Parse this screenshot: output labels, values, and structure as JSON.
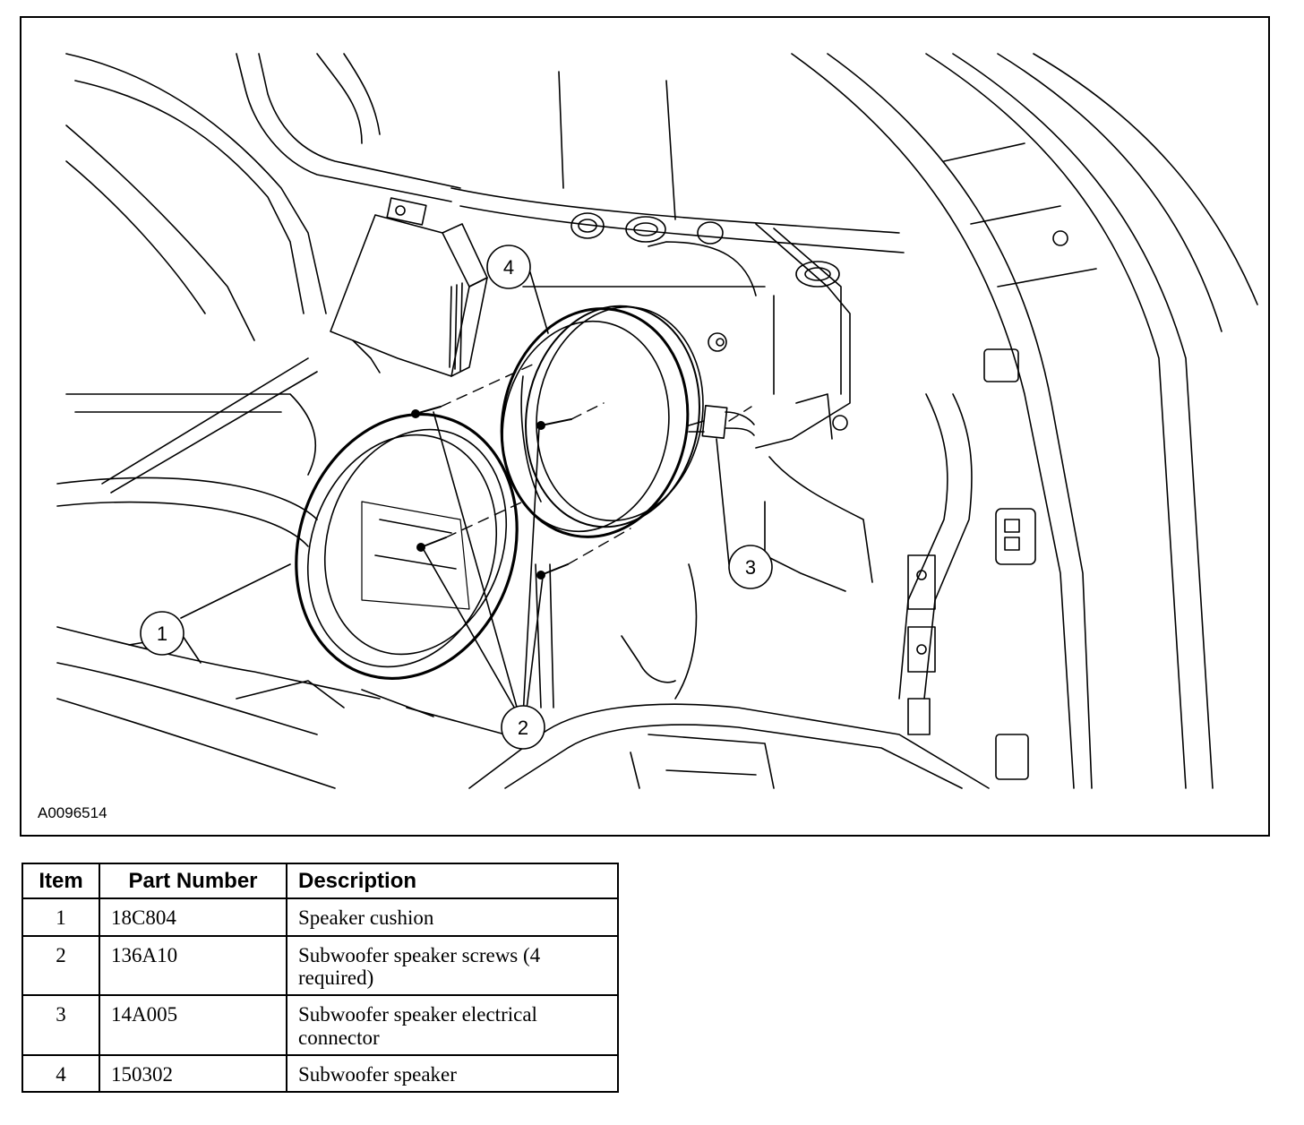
{
  "figure": {
    "id": "A0096514",
    "callouts": [
      "1",
      "2",
      "3",
      "4"
    ]
  },
  "parts_table": {
    "headers": {
      "item": "Item",
      "part_number": "Part Number",
      "description": "Description"
    },
    "rows": [
      {
        "item": "1",
        "part_number": "18C804",
        "description": "Speaker cushion"
      },
      {
        "item": "2",
        "part_number": "136A10",
        "description": "Subwoofer speaker screws (4 required)"
      },
      {
        "item": "3",
        "part_number": "14A005",
        "description": "Subwoofer speaker electrical connector"
      },
      {
        "item": "4",
        "part_number": "150302",
        "description": "Subwoofer speaker"
      }
    ]
  },
  "colors": {
    "line": "#000000",
    "background": "#ffffff"
  }
}
